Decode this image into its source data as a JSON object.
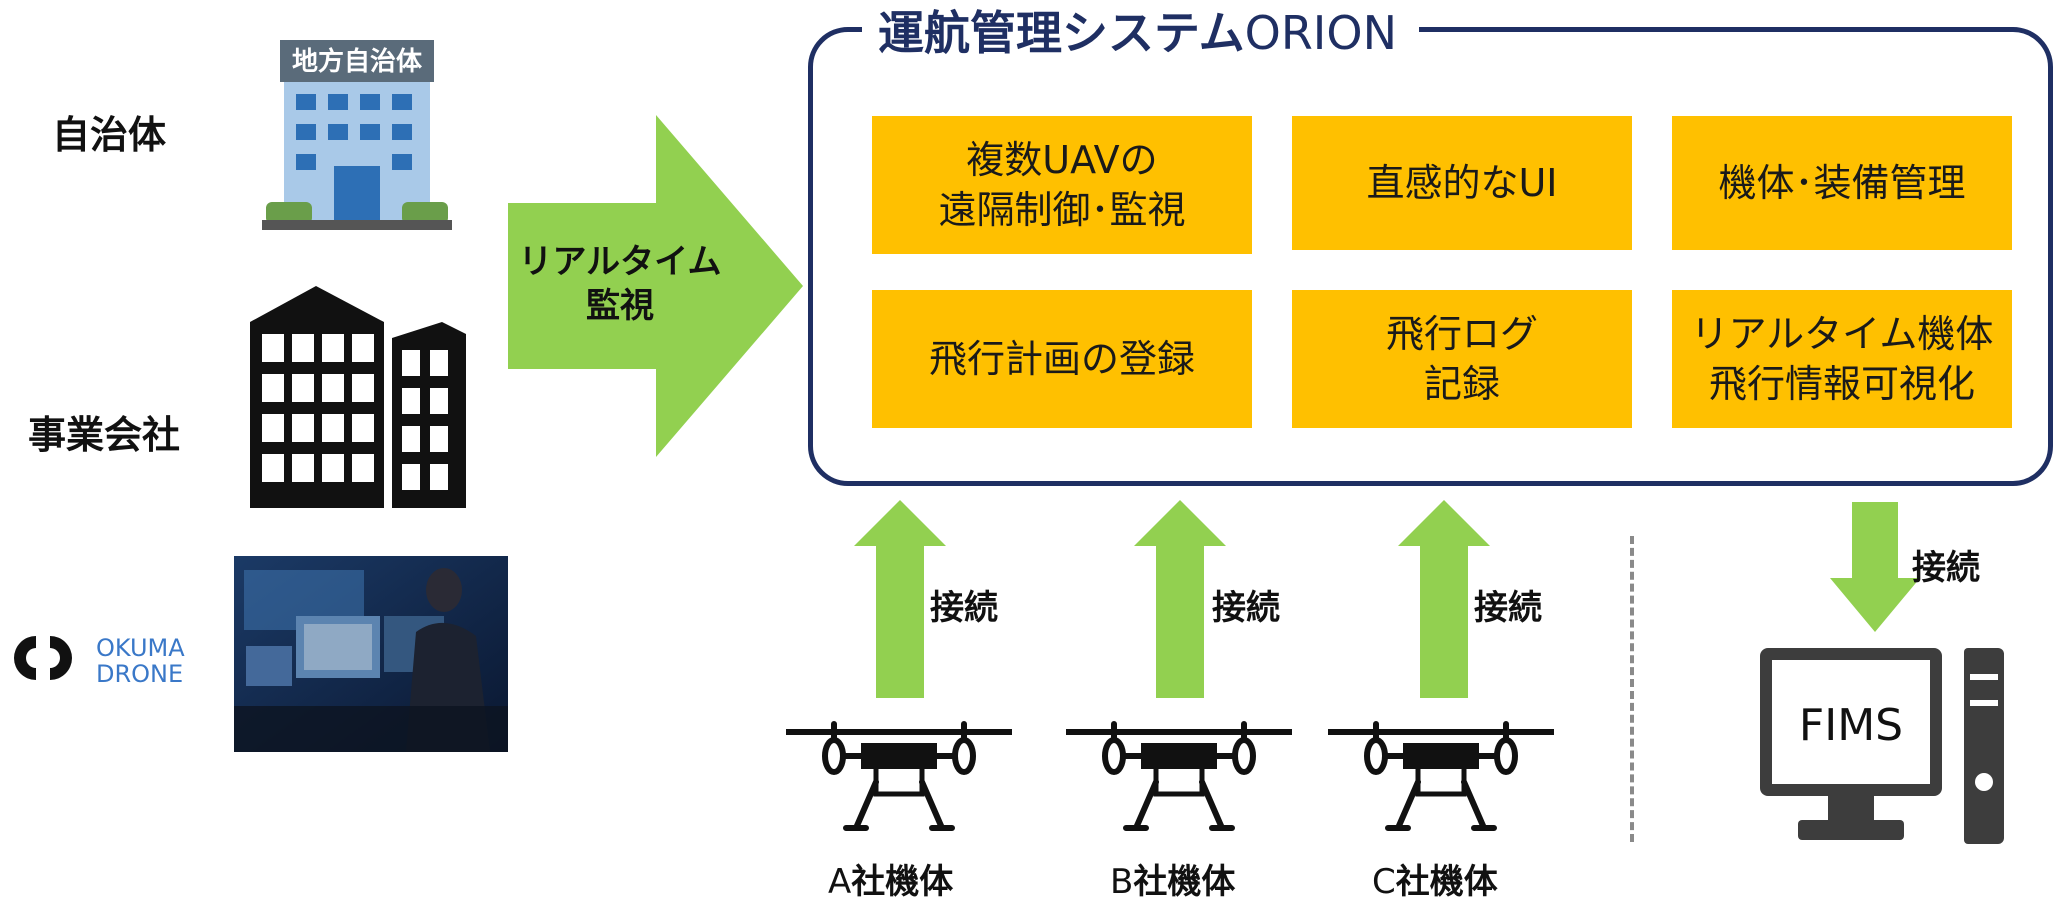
{
  "left": {
    "municipality_label": "自治体",
    "municipality_sign": "地方自治体",
    "business_label": "事業会社",
    "okuma_logo": [
      "OKUMA",
      "DRONE"
    ]
  },
  "arrow_label": [
    "リアルタイム",
    "監視"
  ],
  "system": {
    "title_bold": "運航管理システム",
    "title_rest": "ORION",
    "features": [
      "複数UAVの\n遠隔制御･監視",
      "直感的なUI",
      "機体･装備管理",
      "飛行計画の登録",
      "飛行ログ\n記録",
      "リアルタイム機体\n飛行情報可視化"
    ]
  },
  "connect_label": "接続",
  "drones": [
    {
      "prefix": "A",
      "suffix": "社機体"
    },
    {
      "prefix": "B",
      "suffix": "社機体"
    },
    {
      "prefix": "C",
      "suffix": "社機体"
    }
  ],
  "fims": {
    "label": "FIMS",
    "connect_label": "接続"
  },
  "colors": {
    "navy": "#1f2f63",
    "feature": "#ffc000",
    "arrow": "#92d050"
  }
}
